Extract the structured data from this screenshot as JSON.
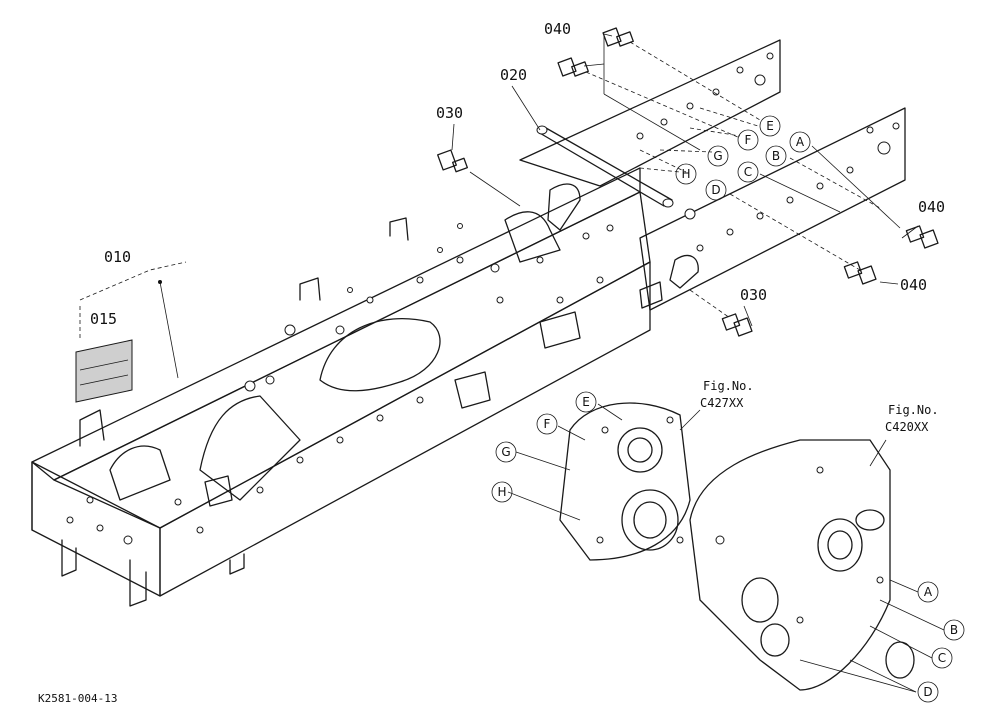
{
  "parts": {
    "p010": "010",
    "p015": "015",
    "p020": "020",
    "p030a": "030",
    "p030b": "030",
    "p040a": "040",
    "p040b": "040",
    "p040c": "040"
  },
  "figures": {
    "fig1": {
      "title": "Fig.No.",
      "code": "C427XX"
    },
    "fig2": {
      "title": "Fig.No.",
      "code": "C420XX"
    }
  },
  "callouts": {
    "A": "A",
    "B": "B",
    "C": "C",
    "D": "D",
    "E": "E",
    "F": "F",
    "G": "G",
    "H": "H"
  },
  "reference_code": "K2581-004-13"
}
